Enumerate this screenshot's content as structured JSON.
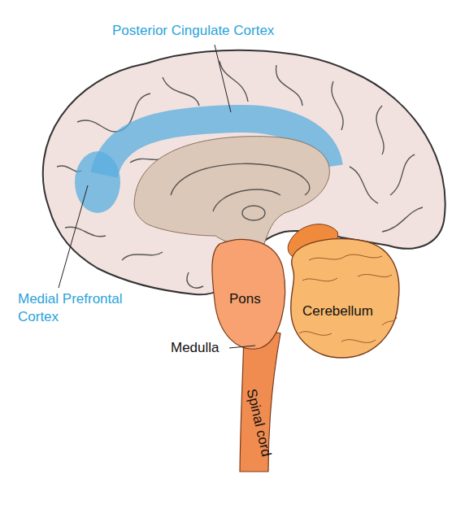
{
  "diagram": {
    "labels": [
      "Posterior Cingulate Cortex",
      "Medial Prefrontal Cortex",
      "Pons",
      "Medulla",
      "Cerebellum",
      "Spinal cord"
    ]
  }
}
